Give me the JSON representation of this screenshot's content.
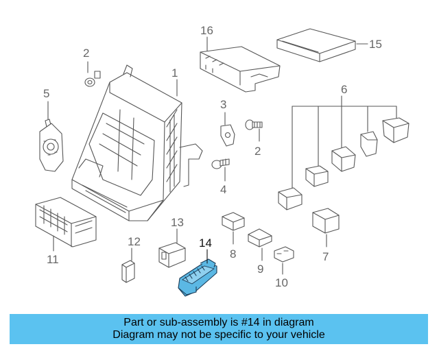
{
  "callouts": {
    "c1": "1",
    "c2a": "2",
    "c2b": "2",
    "c3": "3",
    "c4": "4",
    "c5": "5",
    "c6": "6",
    "c7": "7",
    "c8": "8",
    "c9": "9",
    "c10": "10",
    "c11": "11",
    "c12": "12",
    "c13": "13",
    "c14": "14",
    "c15": "15",
    "c16": "16"
  },
  "highlight_part": "14",
  "highlight_color": "#5bb8e4",
  "banner": {
    "line1": "Part or sub-assembly is #14 in diagram",
    "line2": "Diagram may not be specific to your vehicle",
    "background": "#5bc2f0"
  }
}
